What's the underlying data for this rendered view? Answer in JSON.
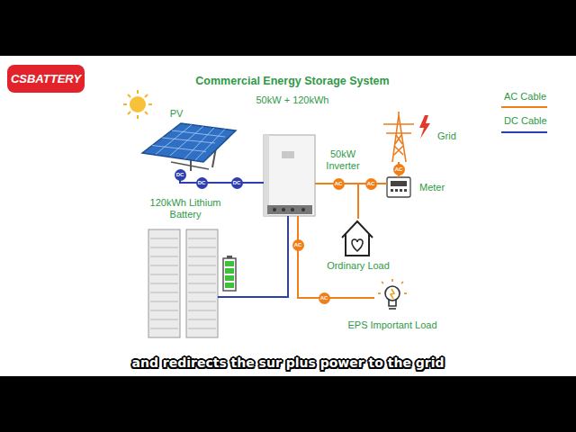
{
  "diagram": {
    "title": "Commercial Energy Storage System",
    "caption": "and redirects the sur plus power to the grid",
    "nodes": [
      {
        "text": [
          "PV"
        ]
      },
      {
        "text": [
          "50kW Inverter"
        ]
      },
      {
        "text": [
          "Grid"
        ]
      },
      {
        "text": [
          "Meter"
        ]
      },
      {
        "text": [
          "120kWh Lithium Battery"
        ]
      },
      {
        "text": [
          "Ordinary Load"
        ]
      },
      {
        "text": [
          "EPS Important Load"
        ]
      }
    ],
    "edges": [
      {
        "from": 0,
        "to": 1,
        "arrow": "none"
      },
      {
        "from": 4,
        "to": 1,
        "arrow": "none"
      },
      {
        "from": 1,
        "to": 3,
        "arrow": "none"
      },
      {
        "from": 3,
        "to": 2,
        "arrow": "none"
      },
      {
        "from": 1,
        "to": 5,
        "arrow": "none"
      },
      {
        "from": 1,
        "to": 6,
        "arrow": "none"
      }
    ],
    "labels": [
      "CSBATTERY",
      "50kW + 120kWh",
      "DC",
      "DC",
      "DC",
      "AC",
      "AC",
      "AC",
      "AC",
      "AC"
    ],
    "legend": [
      {
        "text": "AC Cable"
      },
      {
        "text": "DC Cable"
      }
    ]
  }
}
